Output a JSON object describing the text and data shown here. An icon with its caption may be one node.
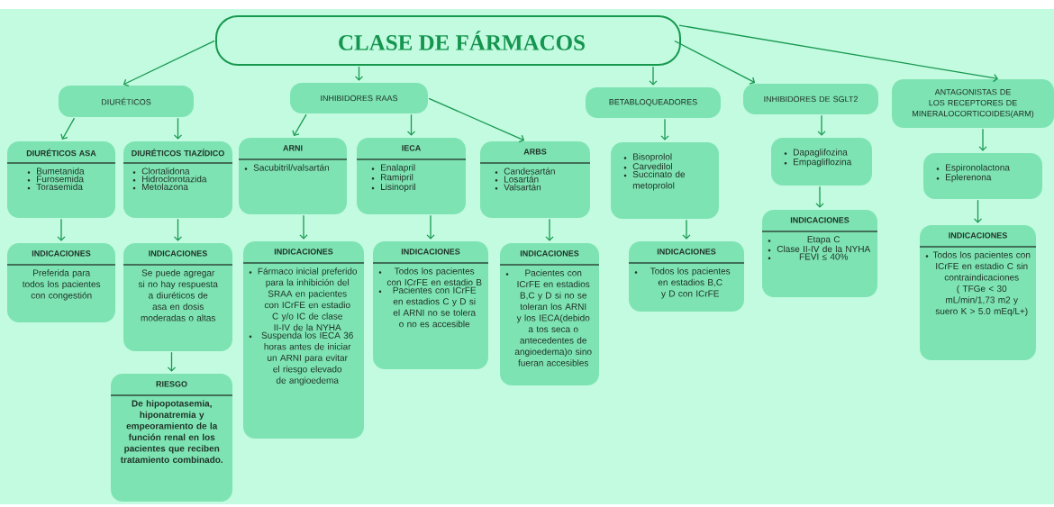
{
  "diagram": {
    "nodes": [
      {
        "text": [
          "CLASE DE FÁRMACOS"
        ]
      },
      {
        "text": [
          "DIURÉTICOS"
        ]
      },
      {
        "text": [
          "INHIBIDORES RAAS"
        ]
      },
      {
        "text": [
          "BETABLOQUEADORES"
        ]
      },
      {
        "text": [
          "INHIBIDORES DE SGLT2"
        ]
      },
      {
        "text": [
          "ANTAGONISTAS DE LOS RECEPTORES DE MINERALOCORTICOIDES(ARM)"
        ]
      },
      {
        "text": [
          "DIURÉTICOS ASA",
          "Bumetanida",
          "Furosemida",
          "Torasemida"
        ]
      },
      {
        "text": [
          "DIURÉTICOS TIAZÍDICO",
          "Clortalidona",
          "Hidroclorotazida",
          "Metolazona"
        ]
      },
      {
        "text": [
          "INDICACIONES",
          "Preferida para todos los pacientes con congestión"
        ]
      },
      {
        "text": [
          "INDICACIONES",
          "Se puede agregar si no hay respuesta a diuréticos de asa en dosis moderadas o altas"
        ]
      },
      {
        "text": [
          "RIESGO",
          "De hipopotasemia, hiponatremia y empeoramiento de la función renal en los pacientes que reciben tratamiento combinado."
        ]
      },
      {
        "text": [
          "ARNI",
          "Sacubitril/valsartán"
        ]
      },
      {
        "text": [
          "IECA",
          "Enalapril",
          "Ramipril",
          "Lisinopril"
        ]
      },
      {
        "text": [
          "ARBS",
          "Candesartán",
          "Losartán",
          "Valsartán"
        ]
      },
      {
        "text": [
          "INDICACIONES",
          "Fármaco inicial preferido para la inhibición del SRAA en pacientes con ICrFE en estadio C y/o IC de clase II-IV de la NYHA",
          "Suspenda los IECA 36 horas antes de iniciar un ARNI para evitar el riesgo elevado de angioedema"
        ]
      },
      {
        "text": [
          "INDICACIONES",
          "Todos los pacientes con ICrFE en estadio B",
          "Pacientes con ICrFE en estadios C y D si el ARNI no se tolera o no es accesible"
        ]
      },
      {
        "text": [
          "INDICACIONES",
          "Pacientes con ICrFE en estadios B,C y D si no se toleran los ARNI y los IECA(debido a tos seca o antecedentes de angioedema)o sino fueran accesibles"
        ]
      },
      {
        "text": [
          "Bisoprolol",
          "Carvedilol",
          "Succinato de metoprolol"
        ]
      },
      {
        "text": [
          "INDICACIONES",
          "Todos los pacientes en estadios B,C y D con ICrFE"
        ]
      },
      {
        "text": [
          "Dapaglifozina",
          "Empagliflozina"
        ]
      },
      {
        "text": [
          "INDICACIONES",
          "Etapa C",
          "Clase II-IV de la NYHA",
          "FEVI ≤ 40%"
        ]
      },
      {
        "text": [
          "Espironolactona",
          "Eplerenona"
        ]
      },
      {
        "text": [
          "INDICACIONES",
          "Todos los pacientes con ICrFE en estadio C sin contraindicaciones ( TFGe < 30 mL/min/1,73 m2 y suero K > 5.0 mEq/L+)"
        ]
      }
    ],
    "edges": [
      {
        "from": 0,
        "to": 1,
        "arrow": "to"
      },
      {
        "from": 0,
        "to": 2,
        "arrow": "to"
      },
      {
        "from": 0,
        "to": 3,
        "arrow": "to"
      },
      {
        "from": 0,
        "to": 4,
        "arrow": "to"
      },
      {
        "from": 0,
        "to": 5,
        "arrow": "to"
      },
      {
        "from": 1,
        "to": 6,
        "arrow": "to"
      },
      {
        "from": 1,
        "to": 7,
        "arrow": "to"
      },
      {
        "from": 6,
        "to": 8,
        "arrow": "to"
      },
      {
        "from": 7,
        "to": 9,
        "arrow": "to"
      },
      {
        "from": 9,
        "to": 10,
        "arrow": "to"
      },
      {
        "from": 2,
        "to": 11,
        "arrow": "to"
      },
      {
        "from": 2,
        "to": 12,
        "arrow": "to"
      },
      {
        "from": 2,
        "to": 13,
        "arrow": "to"
      },
      {
        "from": 11,
        "to": 14,
        "arrow": "to"
      },
      {
        "from": 12,
        "to": 15,
        "arrow": "to"
      },
      {
        "from": 13,
        "to": 16,
        "arrow": "to"
      },
      {
        "from": 3,
        "to": 17,
        "arrow": "to"
      },
      {
        "from": 17,
        "to": 18,
        "arrow": "to"
      },
      {
        "from": 4,
        "to": 19,
        "arrow": "to"
      },
      {
        "from": 19,
        "to": 20,
        "arrow": "to"
      },
      {
        "from": 5,
        "to": 21,
        "arrow": "to"
      },
      {
        "from": 21,
        "to": 22,
        "arrow": "to"
      }
    ]
  }
}
